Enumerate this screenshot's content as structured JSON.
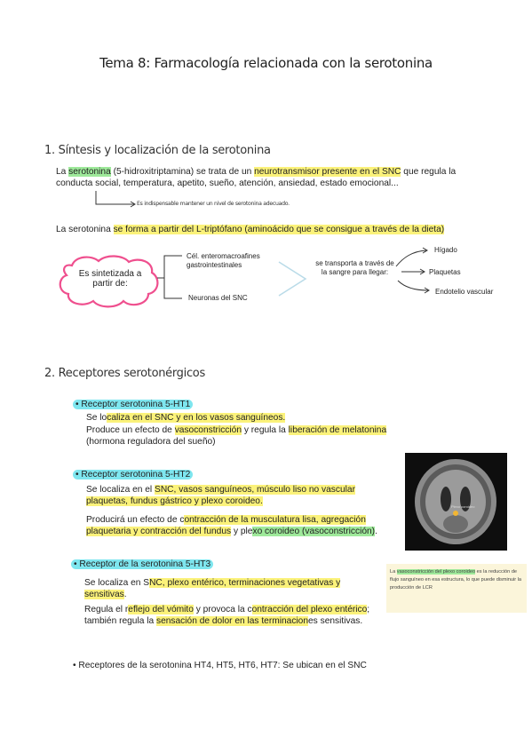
{
  "title": "Tema 8: Farmacología relacionada con la serotonina",
  "section1": {
    "heading": "1. Síntesis y localización de la serotonina",
    "intro": [
      {
        "t": "La ",
        "h": ""
      },
      {
        "t": "serotonina",
        "h": "hg"
      },
      {
        "t": " (5-hidroxitriptamina) se trata de un ",
        "h": ""
      },
      {
        "t": "neurotransmisor presente en el SNC",
        "h": "hy"
      },
      {
        "t": " que regula la conducta social, temperatura, apetito, sueño, atención, ansiedad, estado emocional...",
        "h": ""
      }
    ],
    "note": "Es indispensable mantener un nivel de serotonina adecuado.",
    "synth": [
      {
        "t": "La serotonina ",
        "h": ""
      },
      {
        "t": "se forma a partir del L-triptófano (aminoácido que se consigue a través de la dieta)",
        "h": "hy"
      }
    ],
    "cloud": "Es sintetizada a partir de:",
    "src_top": "Cél. enteromacroafines gastrointestinales",
    "src_bottom": "Neuronas del SNC",
    "transport": "se transporta a través de la sangre para llegar:",
    "destinations": [
      "Hígado",
      "Plaquetas",
      "Endotelio vascular"
    ]
  },
  "section2": {
    "heading": "2. Receptores serotonérgicos",
    "r1": {
      "title": "• Receptor serotonina 5-HT1",
      "l1": [
        {
          "t": "Se lo",
          "h": ""
        },
        {
          "t": "caliza en el SNC y en los vasos sanguíneos.",
          "h": "hy"
        }
      ],
      "l2": [
        {
          "t": "Produce un efecto de ",
          "h": ""
        },
        {
          "t": "vasoconstricción",
          "h": "hy"
        },
        {
          "t": " y regula la ",
          "h": ""
        },
        {
          "t": "liberación de melatonina",
          "h": "hy"
        },
        {
          "t": " (hormona reguladora del sueño)",
          "h": ""
        }
      ]
    },
    "r2": {
      "title": "• Receptor serotonina 5-HT2",
      "l1": [
        {
          "t": "Se localiza en el ",
          "h": ""
        },
        {
          "t": "SNC, vasos sanguíneos, músculo liso no vascular plaquetas, fundus gástrico y plexo coroideo.",
          "h": "hy"
        }
      ],
      "l2": [
        {
          "t": "Producirá un efecto de c",
          "h": ""
        },
        {
          "t": "ontracción de la musculatura lisa, agregación plaquetaria y contracción del fundus",
          "h": "hy"
        },
        {
          "t": " y ple",
          "h": ""
        },
        {
          "t": "xo coroideo (vasoconstricción)",
          "h": "hg"
        },
        {
          "t": ".",
          "h": ""
        }
      ]
    },
    "r3": {
      "title": "• Receptor de la serotonina 5-HT3",
      "l1": [
        {
          "t": "Se localiza en S",
          "h": ""
        },
        {
          "t": "NC, plexo entérico, terminaciones vegetativas y sensitivas",
          "h": "hy"
        },
        {
          "t": ".",
          "h": ""
        }
      ],
      "l2": [
        {
          "t": "Regula el r",
          "h": ""
        },
        {
          "t": "eflejo del vómito",
          "h": "hy"
        },
        {
          "t": " y provoca la c",
          "h": ""
        },
        {
          "t": "ontracción del plexo entérico",
          "h": "hy"
        },
        {
          "t": "; también regula la ",
          "h": ""
        },
        {
          "t": "sensación de dolor en las terminacion",
          "h": "hy"
        },
        {
          "t": "es sensitivas.",
          "h": ""
        }
      ]
    },
    "others": "• Receptores de la serotonina HT4, HT5, HT6, HT7: Se ubican en el SNC"
  },
  "sidenote": [
    {
      "t": "La ",
      "h": ""
    },
    {
      "t": "vasoconstricción del plexo coroideo",
      "h": "hg"
    },
    {
      "t": " es la reducción de flujo sanguíneo en esa estructura, lo que puede disminuir la producción de LCR",
      "h": ""
    }
  ],
  "image_label": "Plexo coroideo",
  "colors": {
    "highlight_yellow": "#fbf27a",
    "highlight_green": "#9ee99a",
    "highlight_cyan": "#7ee6ef",
    "cloud_pink": "#ef4f8e"
  }
}
